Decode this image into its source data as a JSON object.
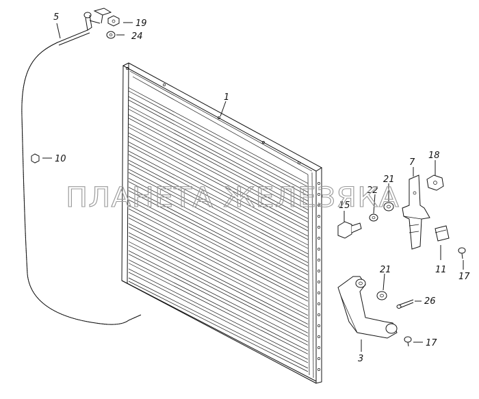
{
  "watermark": "ПЛАНЕТА ЖЕЛЕЗЯКА",
  "callouts": {
    "c1": "1",
    "c3": "3",
    "c5": "5",
    "c7": "7",
    "c10": "10",
    "c11": "11",
    "c15": "15",
    "c17a": "17",
    "c17b": "17",
    "c18": "18",
    "c19": "19",
    "c21a": "21",
    "c21b": "21",
    "c22": "22",
    "c24": "24",
    "c26": "26"
  },
  "icons": [
    "radiator-shutter-icon",
    "control-cable-icon",
    "bracket-icon",
    "bolt-icon",
    "nut-icon",
    "washer-icon",
    "cotter-pin-icon"
  ]
}
